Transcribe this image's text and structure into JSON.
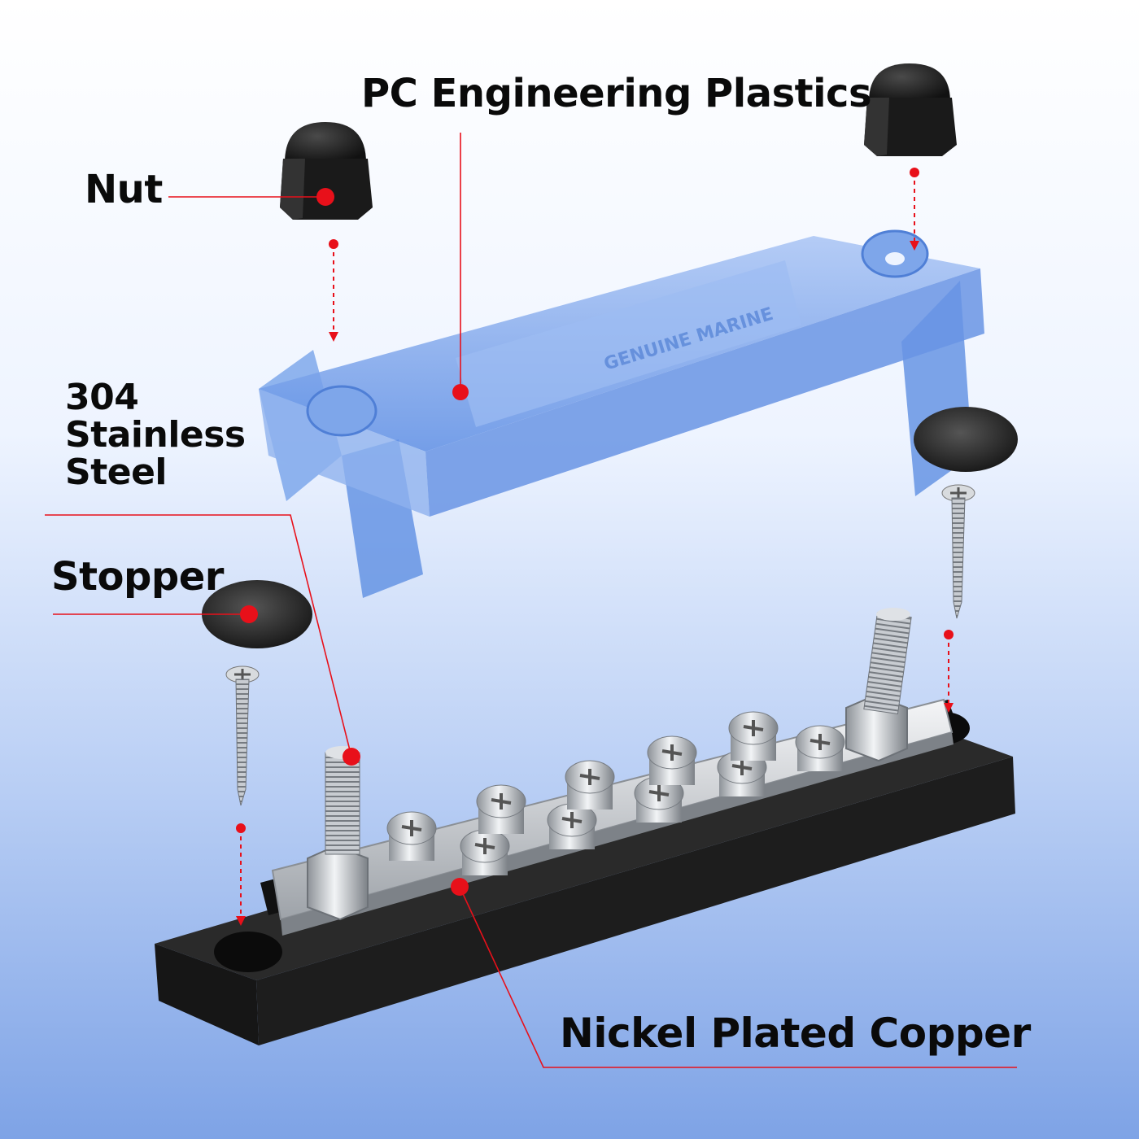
{
  "labels": {
    "pc_plastics": "PC Engineering Plastics",
    "nut": "Nut",
    "steel_line1": "304",
    "steel_line2": "Stainless",
    "steel_line3": "Steel",
    "stopper": "Stopper",
    "copper": "Nickel Plated Copper"
  },
  "cover_brand": "GENUINE MARINE",
  "colors": {
    "callout": "#e8101a",
    "background_top": "#ffffff",
    "background_bottom": "#7ea3e6",
    "cover_blue": "#6a99ea",
    "base_black": "#1c1c1c",
    "steel": "#c9cdd2"
  },
  "icons": [
    "nut-icon",
    "stopper-icon",
    "screw-icon",
    "stud-icon",
    "terminal-screw-icon"
  ]
}
